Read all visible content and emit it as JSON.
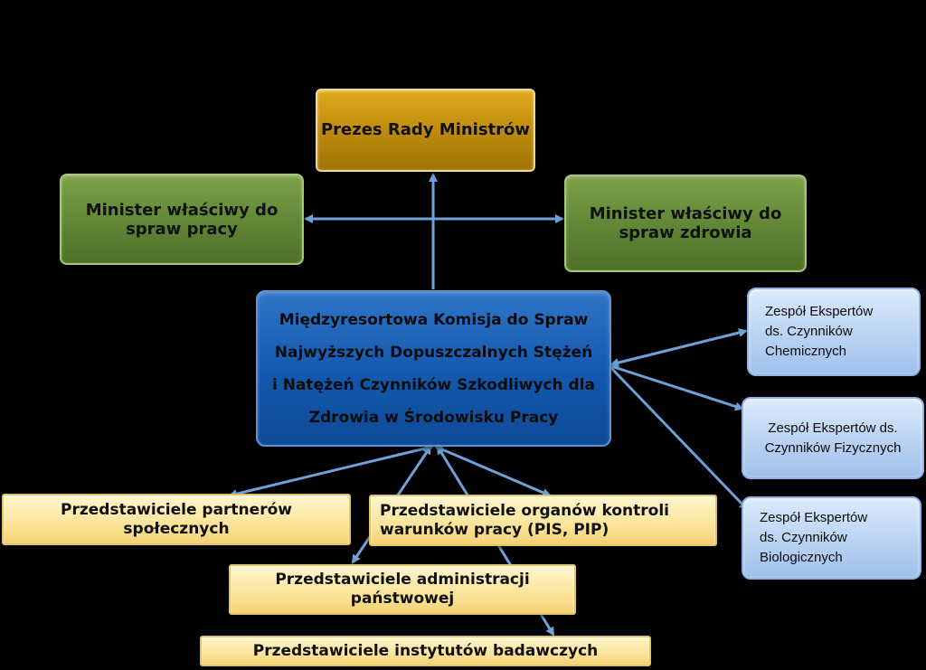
{
  "diagram": {
    "top": {
      "label": "Prezes Rady Ministrów"
    },
    "minister_labour": {
      "label": "Minister właściwy do\nspraw pracy"
    },
    "minister_health": {
      "label": "Minister właściwy do\nspraw zdrowia"
    },
    "commission": {
      "label": "Międzyresortowa Komisja do Spraw\nNajwyższych Dopuszczalnych Stężeń\ni Natężeń Czynników Szkodliwych dla\nZdrowia w Środowisku Pracy"
    },
    "experts": [
      {
        "label": "Zespół Ekspertów\nds. Czynników\nChemicznych"
      },
      {
        "label": "Zespół Ekspertów ds.\nCzynników Fizycznych"
      },
      {
        "label": "Zespół Ekspertów\nds. Czynników\nBiologicznych"
      }
    ],
    "representatives": [
      {
        "label": "Przedstawiciele partnerów\nspołecznych"
      },
      {
        "label": "Przedstawiciele organów kontroli\nwarunków pracy (PIS, PIP)"
      },
      {
        "label": "Przedstawiciele administracji\npaństwowej"
      },
      {
        "label": "Przedstawiciele instytutów badawczych"
      }
    ],
    "colors": {
      "background": "#000000",
      "gold": "#b8860b",
      "green": "#5f8535",
      "commission_blue": "#1358ad",
      "expert_blue": "#b6d0f1",
      "representative_yellow": "#fbe49a",
      "connector": "#6fa0d8"
    }
  }
}
